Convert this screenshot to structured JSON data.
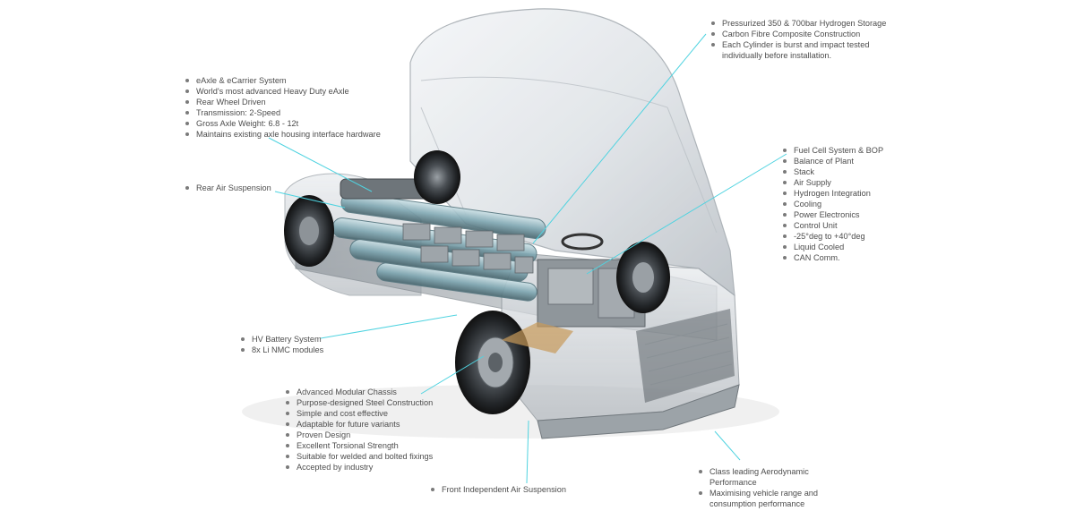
{
  "diagram": {
    "image": "hydrogen-fuel-cell-truck-cutaway",
    "leader_color": "#4fd3e0",
    "callouts": {
      "hydrogen": [
        "Pressurized 350 & 700bar Hydrogen Storage",
        "Carbon Fibre Composite Construction",
        "Each Cylinder is burst and impact tested individually before installation."
      ],
      "eaxle": [
        "eAxle & eCarrier System",
        "World's most advanced Heavy Duty eAxle",
        "Rear Wheel Driven",
        "Transmission: 2-Speed",
        "Gross Axle Weight: 6.8 - 12t",
        "Maintains existing axle housing interface hardware"
      ],
      "rear_air": [
        "Rear Air Suspension"
      ],
      "fuel_cell": [
        "Fuel Cell System & BOP",
        "Balance of Plant",
        "Stack",
        "Air Supply",
        "Hydrogen Integration",
        "Cooling",
        "Power Electronics",
        "Control Unit",
        "-25°deg to +40°deg",
        "Liquid Cooled",
        "CAN Comm."
      ],
      "battery": [
        "HV Battery System",
        "8x Li NMC modules"
      ],
      "chassis": [
        "Advanced Modular Chassis",
        "Purpose-designed Steel Construction",
        "Simple and cost effective",
        "Adaptable for future variants",
        "Proven Design",
        "Excellent Torsional Strength",
        "Suitable for welded and bolted fixings",
        "Accepted by industry"
      ],
      "front_air": [
        "Front Independent Air Suspension"
      ],
      "aero": [
        "Class leading Aerodynamic Performance",
        "Maximising vehicle range and consumption performance"
      ]
    }
  }
}
